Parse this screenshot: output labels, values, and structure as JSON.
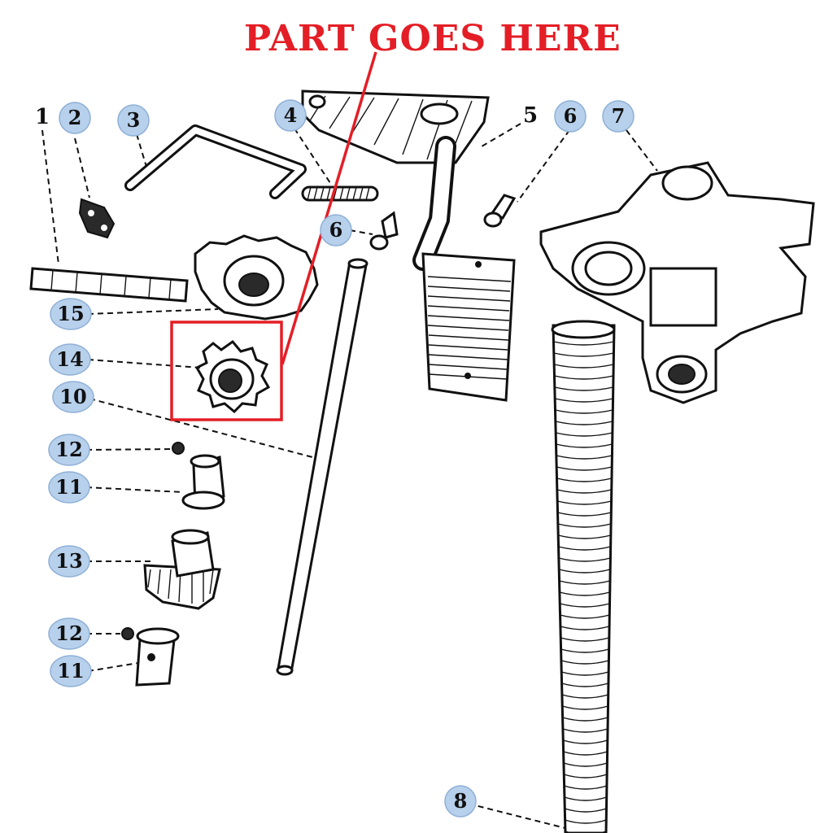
{
  "annotation": {
    "text": "PART GOES HERE",
    "color": "#e41e26"
  },
  "callouts": {
    "c1": "1",
    "c2": "2",
    "c3": "3",
    "c4": "4",
    "c5": "5",
    "c6a": "6",
    "c6b": "6",
    "c7": "7",
    "c8": "8",
    "c10": "10",
    "c11a": "11",
    "c11b": "11",
    "c12a": "12",
    "c12b": "12",
    "c13": "13",
    "c14": "14",
    "c15": "15"
  },
  "colors": {
    "callout_bubble": "#b7d0ec",
    "highlight": "#e41e26",
    "ink": "#111111"
  }
}
